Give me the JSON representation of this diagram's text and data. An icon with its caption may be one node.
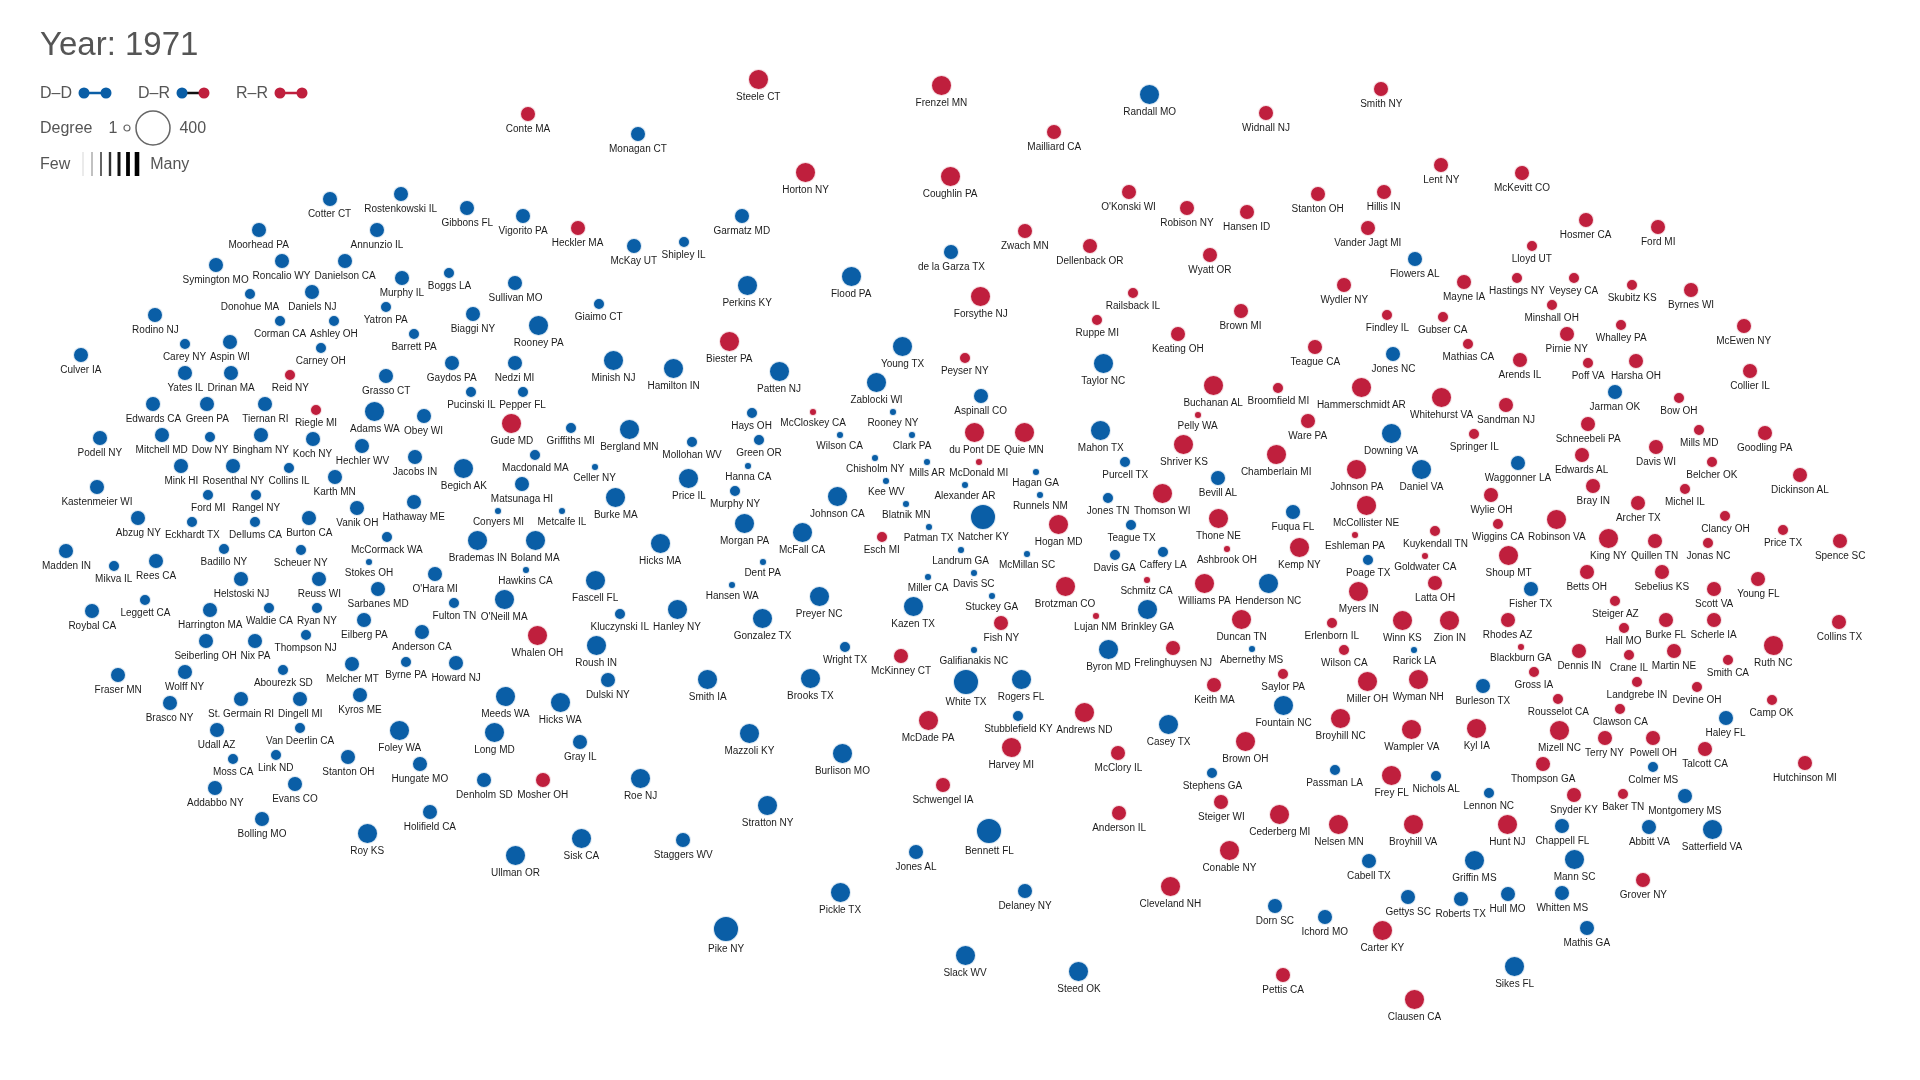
{
  "diagram": {
    "title": "Year: 1971",
    "nodes": [
      {
        "text": [
          "Conte MA"
        ]
      },
      {
        "text": [
          "Monagan CT"
        ]
      },
      {
        "text": [
          "Steele CT"
        ]
      },
      {
        "text": [
          "Horton NY"
        ]
      },
      {
        "text": [
          "Frenzel MN"
        ]
      },
      {
        "text": [
          "Coughlin PA"
        ]
      },
      {
        "text": [
          "Mailliard CA"
        ]
      },
      {
        "text": [
          "Randall MO"
        ]
      },
      {
        "text": [
          "Widnall NJ"
        ]
      },
      {
        "text": [
          "Smith NY"
        ]
      },
      {
        "text": [
          "Lent NY"
        ]
      },
      {
        "text": [
          "McKevitt CO"
        ]
      },
      {
        "text": [
          "Moorhead PA"
        ]
      },
      {
        "text": [
          "Cotter CT"
        ]
      },
      {
        "text": [
          "Annunzio IL"
        ]
      },
      {
        "text": [
          "Rostenkowski IL"
        ]
      },
      {
        "text": [
          "Gibbons FL"
        ]
      },
      {
        "text": [
          "Vigorito PA"
        ]
      },
      {
        "text": [
          "Heckler MA"
        ]
      },
      {
        "text": [
          "McKay UT"
        ]
      },
      {
        "text": [
          "Shipley IL"
        ]
      },
      {
        "text": [
          "Garmatz MD"
        ]
      },
      {
        "text": [
          "de la Garza TX"
        ]
      },
      {
        "text": [
          "Zwach MN"
        ]
      },
      {
        "text": [
          "Dellenback OR"
        ]
      },
      {
        "text": [
          "O'Konski WI"
        ]
      },
      {
        "text": [
          "Robison NY"
        ]
      },
      {
        "text": [
          "Wyatt OR"
        ]
      },
      {
        "text": [
          "Hansen ID"
        ]
      },
      {
        "text": [
          "Stanton OH"
        ]
      },
      {
        "text": [
          "Vander Jagt MI"
        ]
      },
      {
        "text": [
          "Hillis IN"
        ]
      },
      {
        "text": [
          "Flowers AL"
        ]
      },
      {
        "text": [
          "Lloyd UT"
        ]
      },
      {
        "text": [
          "Hosmer CA"
        ]
      },
      {
        "text": [
          "Ford MI"
        ]
      },
      {
        "text": [
          "Rodino NJ"
        ]
      },
      {
        "text": [
          "Symington MO"
        ]
      },
      {
        "text": [
          "Donohue MA"
        ]
      },
      {
        "text": [
          "Roncalio WY"
        ]
      },
      {
        "text": [
          "Daniels NJ"
        ]
      },
      {
        "text": [
          "Danielson CA"
        ]
      },
      {
        "text": [
          "Yatron PA"
        ]
      },
      {
        "text": [
          "Murphy IL"
        ]
      },
      {
        "text": [
          "Boggs LA"
        ]
      },
      {
        "text": [
          "Biaggi NY"
        ]
      },
      {
        "text": [
          "Sullivan MO"
        ]
      },
      {
        "text": [
          "Rooney PA"
        ]
      },
      {
        "text": [
          "Giaimo CT"
        ]
      },
      {
        "text": [
          "Perkins KY"
        ]
      },
      {
        "text": [
          "Flood PA"
        ]
      },
      {
        "text": [
          "Forsythe NJ"
        ]
      },
      {
        "text": [
          "Ruppe MI"
        ]
      },
      {
        "text": [
          "Railsback IL"
        ]
      },
      {
        "text": [
          "Keating OH"
        ]
      },
      {
        "text": [
          "Brown MI"
        ]
      },
      {
        "text": [
          "Wydler NY"
        ]
      },
      {
        "text": [
          "Findley IL"
        ]
      },
      {
        "text": [
          "Gubser CA"
        ]
      },
      {
        "text": [
          "Mayne IA"
        ]
      },
      {
        "text": [
          "Hastings NY"
        ]
      },
      {
        "text": [
          "Minshall OH"
        ]
      },
      {
        "text": [
          "Veysey CA"
        ]
      },
      {
        "text": [
          "Whalley PA"
        ]
      },
      {
        "text": [
          "Skubitz KS"
        ]
      },
      {
        "text": [
          "Byrnes WI"
        ]
      },
      {
        "text": [
          "McEwen NY"
        ]
      },
      {
        "text": [
          "Culver IA"
        ]
      },
      {
        "text": [
          "Carey NY"
        ]
      },
      {
        "text": [
          "Aspin WI"
        ]
      },
      {
        "text": [
          "Corman CA"
        ]
      },
      {
        "text": [
          "Carney OH"
        ]
      },
      {
        "text": [
          "Ashley OH"
        ]
      },
      {
        "text": [
          "Grasso CT"
        ]
      },
      {
        "text": [
          "Barrett PA"
        ]
      },
      {
        "text": [
          "Gaydos PA"
        ]
      },
      {
        "text": [
          "Pucinski IL"
        ]
      },
      {
        "text": [
          "Nedzi MI"
        ]
      },
      {
        "text": [
          "Minish NJ"
        ]
      },
      {
        "text": [
          "Hamilton IN"
        ]
      },
      {
        "text": [
          "Biester PA"
        ]
      },
      {
        "text": [
          "Patten NJ"
        ]
      },
      {
        "text": [
          "Young TX"
        ]
      },
      {
        "text": [
          "Peyser NY"
        ]
      },
      {
        "text": [
          "Aspinall CO"
        ]
      },
      {
        "text": [
          "Taylor NC"
        ]
      },
      {
        "text": [
          "Buchanan AL"
        ]
      },
      {
        "text": [
          "Broomfield MI"
        ]
      },
      {
        "text": [
          "Teague CA"
        ]
      },
      {
        "text": [
          "Hammerschmidt AR"
        ]
      },
      {
        "text": [
          "Jones NC"
        ]
      },
      {
        "text": [
          "Whitehurst VA"
        ]
      },
      {
        "text": [
          "Mathias CA"
        ]
      },
      {
        "text": [
          "Arends IL"
        ]
      },
      {
        "text": [
          "Pirnie NY"
        ]
      },
      {
        "text": [
          "Poff VA"
        ]
      },
      {
        "text": [
          "Harsha OH"
        ]
      },
      {
        "text": [
          "Bow OH"
        ]
      },
      {
        "text": [
          "Collier IL"
        ]
      },
      {
        "text": [
          "Podell NY"
        ]
      },
      {
        "text": [
          "Edwards CA"
        ]
      },
      {
        "text": [
          "Mitchell MD"
        ]
      },
      {
        "text": [
          "Yates IL"
        ]
      },
      {
        "text": [
          "Green PA"
        ]
      },
      {
        "text": [
          "Dow NY"
        ]
      },
      {
        "text": [
          "Drinan MA"
        ]
      },
      {
        "text": [
          "Bingham NY"
        ]
      },
      {
        "text": [
          "Tiernan RI"
        ]
      },
      {
        "text": [
          "Reid NY"
        ]
      },
      {
        "text": [
          "Koch NY"
        ]
      },
      {
        "text": [
          "Riegle MI"
        ]
      },
      {
        "text": [
          "Hechler WV"
        ]
      },
      {
        "text": [
          "Adams WA"
        ]
      },
      {
        "text": [
          "Jacobs IN"
        ]
      },
      {
        "text": [
          "Obey WI"
        ]
      },
      {
        "text": [
          "Begich AK"
        ]
      },
      {
        "text": [
          "Gude MD"
        ]
      },
      {
        "text": [
          "Pepper FL"
        ]
      },
      {
        "text": [
          "Macdonald MA"
        ]
      },
      {
        "text": [
          "Griffiths MI"
        ]
      },
      {
        "text": [
          "Celler NY"
        ]
      },
      {
        "text": [
          "Bergland MN"
        ]
      },
      {
        "text": [
          "Mollohan WV"
        ]
      },
      {
        "text": [
          "Hanna CA"
        ]
      },
      {
        "text": [
          "Hays OH"
        ]
      },
      {
        "text": [
          "Green OR"
        ]
      },
      {
        "text": [
          "McCloskey CA"
        ]
      },
      {
        "text": [
          "Wilson CA"
        ]
      },
      {
        "text": [
          "Zablocki WI"
        ]
      },
      {
        "text": [
          "Rooney NY"
        ]
      },
      {
        "text": [
          "Blatnik MN"
        ]
      },
      {
        "text": [
          "Clark PA"
        ]
      },
      {
        "text": [
          "Mills AR"
        ]
      },
      {
        "text": [
          "du Pont DE"
        ]
      },
      {
        "text": [
          "Quie MN"
        ]
      },
      {
        "text": [
          "Mahon TX"
        ]
      },
      {
        "text": [
          "Shriver KS"
        ]
      },
      {
        "text": [
          "Pelly WA"
        ]
      },
      {
        "text": [
          "Bevill AL"
        ]
      },
      {
        "text": [
          "Chamberlain MI"
        ]
      },
      {
        "text": [
          "Ware PA"
        ]
      },
      {
        "text": [
          "Johnson PA"
        ]
      },
      {
        "text": [
          "Downing VA"
        ]
      },
      {
        "text": [
          "Springer IL"
        ]
      },
      {
        "text": [
          "Sandman NJ"
        ]
      },
      {
        "text": [
          "Waggonner LA"
        ]
      },
      {
        "text": [
          "Edwards AL"
        ]
      },
      {
        "text": [
          "Schneebeli PA"
        ]
      },
      {
        "text": [
          "Jarman OK"
        ]
      },
      {
        "text": [
          "Davis WI"
        ]
      },
      {
        "text": [
          "Mills MD"
        ]
      },
      {
        "text": [
          "Belcher OK"
        ]
      },
      {
        "text": [
          "Goodling PA"
        ]
      },
      {
        "text": [
          "Dickinson AL"
        ]
      },
      {
        "text": [
          "Kastenmeier WI"
        ]
      },
      {
        "text": [
          "Abzug NY"
        ]
      },
      {
        "text": [
          "Eckhardt TX"
        ]
      },
      {
        "text": [
          "Mink HI"
        ]
      },
      {
        "text": [
          "Ford MI"
        ]
      },
      {
        "text": [
          "Rosenthal NY"
        ]
      },
      {
        "text": [
          "Dellums CA"
        ]
      },
      {
        "text": [
          "Rangel NY"
        ]
      },
      {
        "text": [
          "Collins IL"
        ]
      },
      {
        "text": [
          "Burton CA"
        ]
      },
      {
        "text": [
          "Karth MN"
        ]
      },
      {
        "text": [
          "Vanik OH"
        ]
      },
      {
        "text": [
          "McCormack WA"
        ]
      },
      {
        "text": [
          "Hathaway ME"
        ]
      },
      {
        "text": [
          "Brademas IN"
        ]
      },
      {
        "text": [
          "Conyers MI"
        ]
      },
      {
        "text": [
          "Matsunaga HI"
        ]
      },
      {
        "text": [
          "Boland MA"
        ]
      },
      {
        "text": [
          "Metcalfe IL"
        ]
      },
      {
        "text": [
          "Burke MA"
        ]
      },
      {
        "text": [
          "Price IL"
        ]
      },
      {
        "text": [
          "Murphy NY"
        ]
      },
      {
        "text": [
          "Morgan PA"
        ]
      },
      {
        "text": [
          "McFall CA"
        ]
      },
      {
        "text": [
          "Johnson CA"
        ]
      },
      {
        "text": [
          "Chisholm NY"
        ]
      },
      {
        "text": [
          "Kee WV"
        ]
      },
      {
        "text": [
          "Alexander AR"
        ]
      },
      {
        "text": [
          "McDonald MI"
        ]
      },
      {
        "text": [
          "Hagan GA"
        ]
      },
      {
        "text": [
          "Runnels NM"
        ]
      },
      {
        "text": [
          "Hogan MD"
        ]
      },
      {
        "text": [
          "Jones TN"
        ]
      },
      {
        "text": [
          "Davis GA"
        ]
      },
      {
        "text": [
          "Purcell TX"
        ]
      },
      {
        "text": [
          "Thomson WI"
        ]
      },
      {
        "text": [
          "Thone NE"
        ]
      },
      {
        "text": [
          "Fuqua FL"
        ]
      },
      {
        "text": [
          "McCollister NE"
        ]
      },
      {
        "text": [
          "Daniel VA"
        ]
      },
      {
        "text": [
          "Kuykendall TN"
        ]
      },
      {
        "text": [
          "Wiggins CA"
        ]
      },
      {
        "text": [
          "Wylie OH"
        ]
      },
      {
        "text": [
          "Robinson VA"
        ]
      },
      {
        "text": [
          "Bray IN"
        ]
      },
      {
        "text": [
          "Archer TX"
        ]
      },
      {
        "text": [
          "Michel IL"
        ]
      },
      {
        "text": [
          "Clancy OH"
        ]
      },
      {
        "text": [
          "Price TX"
        ]
      },
      {
        "text": [
          "Madden IN"
        ]
      },
      {
        "text": [
          "Mikva IL"
        ]
      },
      {
        "text": [
          "Roybal CA"
        ]
      },
      {
        "text": [
          "Leggett CA"
        ]
      },
      {
        "text": [
          "Rees CA"
        ]
      },
      {
        "text": [
          "Harrington MA"
        ]
      },
      {
        "text": [
          "Seiberling OH"
        ]
      },
      {
        "text": [
          "Badillo NY"
        ]
      },
      {
        "text": [
          "Nix PA"
        ]
      },
      {
        "text": [
          "Helstoski NJ"
        ]
      },
      {
        "text": [
          "Waldie CA"
        ]
      },
      {
        "text": [
          "Scheuer NY"
        ]
      },
      {
        "text": [
          "Thompson NJ"
        ]
      },
      {
        "text": [
          "Reuss WI"
        ]
      },
      {
        "text": [
          "Ryan NY"
        ]
      },
      {
        "text": [
          "Eilberg PA"
        ]
      },
      {
        "text": [
          "Stokes OH"
        ]
      },
      {
        "text": [
          "Sarbanes MD"
        ]
      },
      {
        "text": [
          "O'Hara MI"
        ]
      },
      {
        "text": [
          "Fulton TN"
        ]
      },
      {
        "text": [
          "O'Neill MA"
        ]
      },
      {
        "text": [
          "Hawkins CA"
        ]
      },
      {
        "text": [
          "Fascell FL"
        ]
      },
      {
        "text": [
          "Hicks MA"
        ]
      },
      {
        "text": [
          "Hanley NY"
        ]
      },
      {
        "text": [
          "Hansen WA"
        ]
      },
      {
        "text": [
          "Dent PA"
        ]
      },
      {
        "text": [
          "Preyer NC"
        ]
      },
      {
        "text": [
          "Esch MI"
        ]
      },
      {
        "text": [
          "Kazen TX"
        ]
      },
      {
        "text": [
          "Patman TX"
        ]
      },
      {
        "text": [
          "Miller CA"
        ]
      },
      {
        "text": [
          "Landrum GA"
        ]
      },
      {
        "text": [
          "Davis SC"
        ]
      },
      {
        "text": [
          "Natcher KY"
        ]
      },
      {
        "text": [
          "Galifianakis NC"
        ]
      },
      {
        "text": [
          "Stuckey GA"
        ]
      },
      {
        "text": [
          "Fish NY"
        ]
      },
      {
        "text": [
          "McMillan SC"
        ]
      },
      {
        "text": [
          "Brotzman CO"
        ]
      },
      {
        "text": [
          "Lujan NM"
        ]
      },
      {
        "text": [
          "Teague TX"
        ]
      },
      {
        "text": [
          "Schmitz CA"
        ]
      },
      {
        "text": [
          "Brinkley GA"
        ]
      },
      {
        "text": [
          "Caffery LA"
        ]
      },
      {
        "text": [
          "Williams PA"
        ]
      },
      {
        "text": [
          "Ashbrook OH"
        ]
      },
      {
        "text": [
          "Henderson NC"
        ]
      },
      {
        "text": [
          "Kemp NY"
        ]
      },
      {
        "text": [
          "Erlenborn IL"
        ]
      },
      {
        "text": [
          "Eshleman PA"
        ]
      },
      {
        "text": [
          "Myers IN"
        ]
      },
      {
        "text": [
          "Poage TX"
        ]
      },
      {
        "text": [
          "Goldwater CA"
        ]
      },
      {
        "text": [
          "Latta OH"
        ]
      },
      {
        "text": [
          "Shoup MT"
        ]
      },
      {
        "text": [
          "Fisher TX"
        ]
      },
      {
        "text": [
          "Betts OH"
        ]
      },
      {
        "text": [
          "King NY"
        ]
      },
      {
        "text": [
          "Steiger AZ"
        ]
      },
      {
        "text": [
          "Quillen TN"
        ]
      },
      {
        "text": [
          "Sebelius KS"
        ]
      },
      {
        "text": [
          "Jonas NC"
        ]
      },
      {
        "text": [
          "Scott VA"
        ]
      },
      {
        "text": [
          "Young FL"
        ]
      },
      {
        "text": [
          "Spence SC"
        ]
      },
      {
        "text": [
          "Fraser MN"
        ]
      },
      {
        "text": [
          "Wolff NY"
        ]
      },
      {
        "text": [
          "Udall AZ"
        ]
      },
      {
        "text": [
          "St. Germain RI"
        ]
      },
      {
        "text": [
          "Abourezk SD"
        ]
      },
      {
        "text": [
          "Dingell MI"
        ]
      },
      {
        "text": [
          "Melcher MT"
        ]
      },
      {
        "text": [
          "Kyros ME"
        ]
      },
      {
        "text": [
          "Byrne PA"
        ]
      },
      {
        "text": [
          "Anderson CA"
        ]
      },
      {
        "text": [
          "Howard NJ"
        ]
      },
      {
        "text": [
          "Meeds WA"
        ]
      },
      {
        "text": [
          "Whalen OH"
        ]
      },
      {
        "text": [
          "Roush IN"
        ]
      },
      {
        "text": [
          "Dulski NY"
        ]
      },
      {
        "text": [
          "Kluczynski IL"
        ]
      },
      {
        "text": [
          "Smith IA"
        ]
      },
      {
        "text": [
          "Gonzalez TX"
        ]
      },
      {
        "text": [
          "Brooks TX"
        ]
      },
      {
        "text": [
          "Wright TX"
        ]
      },
      {
        "text": [
          "McKinney CT"
        ]
      },
      {
        "text": [
          "White TX"
        ]
      },
      {
        "text": [
          "Rogers FL"
        ]
      },
      {
        "text": [
          "Byron MD"
        ]
      },
      {
        "text": [
          "Frelinghuysen NJ"
        ]
      },
      {
        "text": [
          "Keith MA"
        ]
      },
      {
        "text": [
          "Duncan TN"
        ]
      },
      {
        "text": [
          "Abernethy MS"
        ]
      },
      {
        "text": [
          "Saylor PA"
        ]
      },
      {
        "text": [
          "Wilson CA"
        ]
      },
      {
        "text": [
          "Miller OH"
        ]
      },
      {
        "text": [
          "Winn KS"
        ]
      },
      {
        "text": [
          "Rarick LA"
        ]
      },
      {
        "text": [
          "Wyman NH"
        ]
      },
      {
        "text": [
          "Zion IN"
        ]
      },
      {
        "text": [
          "Burleson TX"
        ]
      },
      {
        "text": [
          "Rhodes AZ"
        ]
      },
      {
        "text": [
          "Blackburn GA"
        ]
      },
      {
        "text": [
          "Gross IA"
        ]
      },
      {
        "text": [
          "Rousselot CA"
        ]
      },
      {
        "text": [
          "Dennis IN"
        ]
      },
      {
        "text": [
          "Hall MO"
        ]
      },
      {
        "text": [
          "Landgrebe IN"
        ]
      },
      {
        "text": [
          "Crane IL"
        ]
      },
      {
        "text": [
          "Burke FL"
        ]
      },
      {
        "text": [
          "Martin NE"
        ]
      },
      {
        "text": [
          "Devine OH"
        ]
      },
      {
        "text": [
          "Scherle IA"
        ]
      },
      {
        "text": [
          "Smith CA"
        ]
      },
      {
        "text": [
          "Ruth NC"
        ]
      },
      {
        "text": [
          "Collins TX"
        ]
      },
      {
        "text": [
          "Brasco NY"
        ]
      },
      {
        "text": [
          "Addabbo NY"
        ]
      },
      {
        "text": [
          "Moss CA"
        ]
      },
      {
        "text": [
          "Link ND"
        ]
      },
      {
        "text": [
          "Van Deerlin CA"
        ]
      },
      {
        "text": [
          "Evans CO"
        ]
      },
      {
        "text": [
          "Stanton OH"
        ]
      },
      {
        "text": [
          "Foley WA"
        ]
      },
      {
        "text": [
          "Hungate MO"
        ]
      },
      {
        "text": [
          "Denholm SD"
        ]
      },
      {
        "text": [
          "Long MD"
        ]
      },
      {
        "text": [
          "Mosher OH"
        ]
      },
      {
        "text": [
          "Hicks WA"
        ]
      },
      {
        "text": [
          "Gray IL"
        ]
      },
      {
        "text": [
          "Roe NJ"
        ]
      },
      {
        "text": [
          "Mazzoli KY"
        ]
      },
      {
        "text": [
          "Burlison MO"
        ]
      },
      {
        "text": [
          "McDade PA"
        ]
      },
      {
        "text": [
          "Harvey MI"
        ]
      },
      {
        "text": [
          "Stubblefield KY"
        ]
      },
      {
        "text": [
          "Andrews ND"
        ]
      },
      {
        "text": [
          "McClory IL"
        ]
      },
      {
        "text": [
          "Casey TX"
        ]
      },
      {
        "text": [
          "Stephens GA"
        ]
      },
      {
        "text": [
          "Steiger WI"
        ]
      },
      {
        "text": [
          "Brown OH"
        ]
      },
      {
        "text": [
          "Fountain NC"
        ]
      },
      {
        "text": [
          "Broyhill NC"
        ]
      },
      {
        "text": [
          "Passman LA"
        ]
      },
      {
        "text": [
          "Frey FL"
        ]
      },
      {
        "text": [
          "Wampler VA"
        ]
      },
      {
        "text": [
          "Nichols AL"
        ]
      },
      {
        "text": [
          "Kyl IA"
        ]
      },
      {
        "text": [
          "Lennon NC"
        ]
      },
      {
        "text": [
          "Thompson GA"
        ]
      },
      {
        "text": [
          "Mizell NC"
        ]
      },
      {
        "text": [
          "Terry NY"
        ]
      },
      {
        "text": [
          "Clawson CA"
        ]
      },
      {
        "text": [
          "Baker TN"
        ]
      },
      {
        "text": [
          "Powell OH"
        ]
      },
      {
        "text": [
          "Colmer MS"
        ]
      },
      {
        "text": [
          "Talcott CA"
        ]
      },
      {
        "text": [
          "Haley FL"
        ]
      },
      {
        "text": [
          "Camp OK"
        ]
      },
      {
        "text": [
          "Hutchinson MI"
        ]
      },
      {
        "text": [
          "Bolling MO"
        ]
      },
      {
        "text": [
          "Roy KS"
        ]
      },
      {
        "text": [
          "Holifield CA"
        ]
      },
      {
        "text": [
          "Ullman OR"
        ]
      },
      {
        "text": [
          "Sisk CA"
        ]
      },
      {
        "text": [
          "Staggers WV"
        ]
      },
      {
        "text": [
          "Stratton NY"
        ]
      },
      {
        "text": [
          "Jones AL"
        ]
      },
      {
        "text": [
          "Schwengel IA"
        ]
      },
      {
        "text": [
          "Bennett FL"
        ]
      },
      {
        "text": [
          "Anderson IL"
        ]
      },
      {
        "text": [
          "Conable NY"
        ]
      },
      {
        "text": [
          "Cederberg MI"
        ]
      },
      {
        "text": [
          "Nelsen MN"
        ]
      },
      {
        "text": [
          "Cabell TX"
        ]
      },
      {
        "text": [
          "Broyhill VA"
        ]
      },
      {
        "text": [
          "Griffin MS"
        ]
      },
      {
        "text": [
          "Hunt NJ"
        ]
      },
      {
        "text": [
          "Chappell FL"
        ]
      },
      {
        "text": [
          "Whitten MS"
        ]
      },
      {
        "text": [
          "Mann SC"
        ]
      },
      {
        "text": [
          "Snyder KY"
        ]
      },
      {
        "text": [
          "Grover NY"
        ]
      },
      {
        "text": [
          "Abbitt VA"
        ]
      },
      {
        "text": [
          "Montgomery MS"
        ]
      },
      {
        "text": [
          "Satterfield VA"
        ]
      },
      {
        "text": [
          "Pike NY"
        ]
      },
      {
        "text": [
          "Pickle TX"
        ]
      },
      {
        "text": [
          "Slack WV"
        ]
      },
      {
        "text": [
          "Delaney NY"
        ]
      },
      {
        "text": [
          "Steed OK"
        ]
      },
      {
        "text": [
          "Cleveland NH"
        ]
      },
      {
        "text": [
          "Dorn SC"
        ]
      },
      {
        "text": [
          "Pettis CA"
        ]
      },
      {
        "text": [
          "Ichord MO"
        ]
      },
      {
        "text": [
          "Carter KY"
        ]
      },
      {
        "text": [
          "Gettys SC"
        ]
      },
      {
        "text": [
          "Clausen CA"
        ]
      },
      {
        "text": [
          "Roberts TX"
        ]
      },
      {
        "text": [
          "Hull MO"
        ]
      },
      {
        "text": [
          "Sikes FL"
        ]
      },
      {
        "text": [
          "Mathis GA"
        ]
      }
    ],
    "labels": [
      "Degree",
      "1",
      "400",
      "Few",
      "Many"
    ],
    "legend": [
      {
        "text": "D–D"
      },
      {
        "text": "D–R"
      },
      {
        "text": "R–R"
      }
    ]
  }
}
